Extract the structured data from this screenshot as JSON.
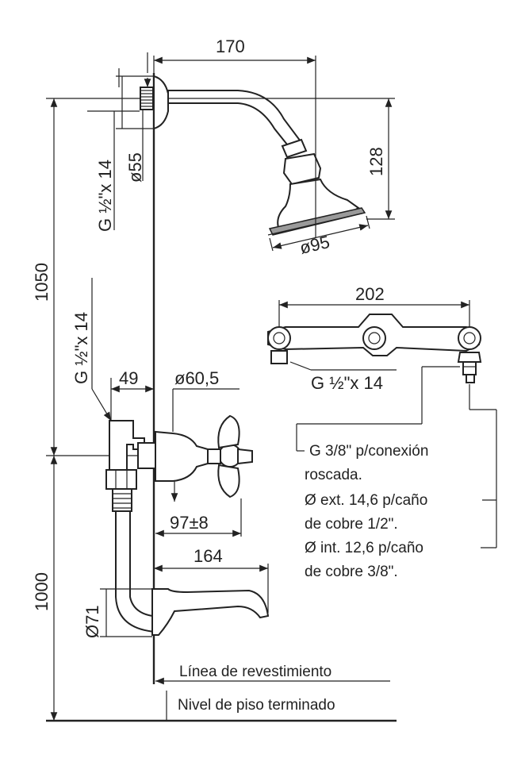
{
  "dimensions": {
    "shower_arm_reach": "170",
    "shower_drop": "128",
    "shower_head_diameter": "ø95",
    "flange_diameter": "ø55",
    "shower_thread": "G ½\"x 14",
    "total_height_upper": "1050",
    "total_height_lower": "1000",
    "valve_thread": "G ½\"x 14",
    "valve_offset": "49",
    "handle_diameter": "ø60,5",
    "handle_projection": "97±8",
    "spout_reach": "164",
    "spout_flange_diameter": "Ø71",
    "valve_centers": "202",
    "inlet_thread": "G ½\"x 14"
  },
  "notes": {
    "connection": [
      "G 3/8\" p/conexión",
      "roscada.",
      "Ø ext. 14,6 p/caño",
      "de cobre 1/2\".",
      "Ø int. 12,6 p/caño",
      "de cobre 3/8\"."
    ],
    "wall_line": "Línea de revestimiento",
    "floor_line": "Nivel de piso terminado"
  }
}
